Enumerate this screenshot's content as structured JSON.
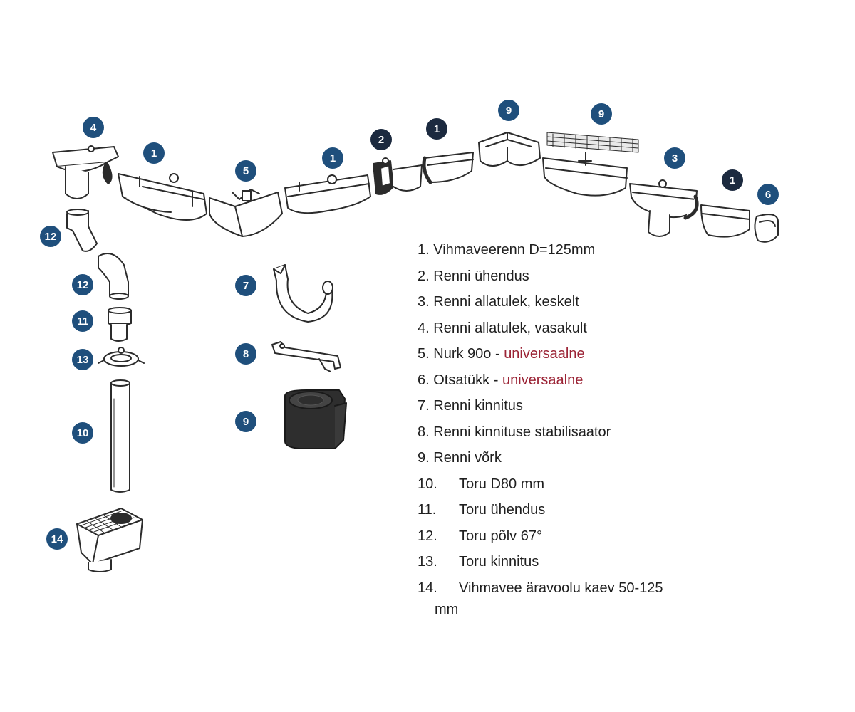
{
  "colors": {
    "badge_blue": "#1f4f7c",
    "badge_dark": "#1c2a3f",
    "accent_red": "#9b2335",
    "line": "#2b2b2b"
  },
  "badges": [
    {
      "label": "4",
      "variant": "blue"
    },
    {
      "label": "1",
      "variant": "blue"
    },
    {
      "label": "5",
      "variant": "blue"
    },
    {
      "label": "1",
      "variant": "blue"
    },
    {
      "label": "2",
      "variant": "dark"
    },
    {
      "label": "1",
      "variant": "dark"
    },
    {
      "label": "9",
      "variant": "blue"
    },
    {
      "label": "9",
      "variant": "blue"
    },
    {
      "label": "3",
      "variant": "blue"
    },
    {
      "label": "1",
      "variant": "dark"
    },
    {
      "label": "6",
      "variant": "blue"
    },
    {
      "label": "12",
      "variant": "blue"
    },
    {
      "label": "12",
      "variant": "blue"
    },
    {
      "label": "11",
      "variant": "blue"
    },
    {
      "label": "13",
      "variant": "blue"
    },
    {
      "label": "10",
      "variant": "blue"
    },
    {
      "label": "14",
      "variant": "blue"
    },
    {
      "label": "7",
      "variant": "blue"
    },
    {
      "label": "8",
      "variant": "blue"
    },
    {
      "label": "9",
      "variant": "blue"
    }
  ],
  "legend": [
    {
      "num": "1.",
      "text": "Vihmaveerenn D=125mm",
      "highlight": ""
    },
    {
      "num": "2.",
      "text": "Renni ühendus",
      "highlight": ""
    },
    {
      "num": "3.",
      "text": "Renni allatulek, keskelt",
      "highlight": ""
    },
    {
      "num": "4.",
      "text": "Renni allatulek, vasakult",
      "highlight": ""
    },
    {
      "num": "5.",
      "text": "Nurk 90o - ",
      "highlight": "universaalne"
    },
    {
      "num": "6.",
      "text": "Otsatükk - ",
      "highlight": "universaalne"
    },
    {
      "num": "7.",
      "text": "Renni kinnitus",
      "highlight": ""
    },
    {
      "num": "8.",
      "text": "Renni kinnituse stabilisaator",
      "highlight": ""
    },
    {
      "num": "9.",
      "text": "Renni võrk",
      "highlight": ""
    },
    {
      "num": "10.",
      "text": "Toru D80 mm",
      "highlight": ""
    },
    {
      "num": "11.",
      "text": "Toru ühendus",
      "highlight": ""
    },
    {
      "num": "12.",
      "text": "Toru põlv 67°",
      "highlight": ""
    },
    {
      "num": "13.",
      "text": "Toru kinnitus",
      "highlight": ""
    },
    {
      "num": "14.",
      "text": "Vihmavee äravoolu kaev 50-125",
      "highlight": "",
      "continuation": "mm"
    }
  ]
}
